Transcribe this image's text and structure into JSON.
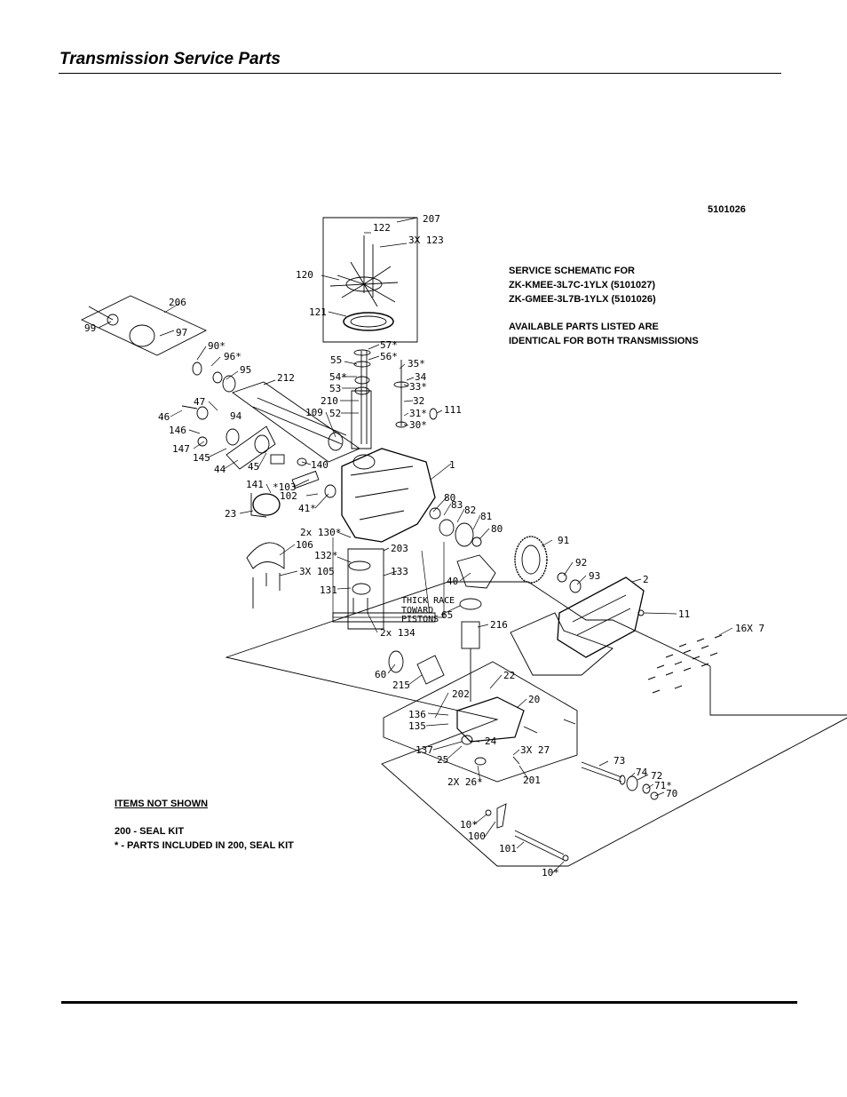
{
  "header": {
    "title": "Transmission Service Parts"
  },
  "drawing_number": "5101026",
  "schematic": {
    "title_line1": "SERVICE SCHEMATIC FOR",
    "title_line2": "ZK-KMEE-3L7C-1YLX (5101027)",
    "title_line3": "ZK-GMEE-3L7B-1YLX (5101026)",
    "note_line1": "AVAILABLE PARTS LISTED ARE",
    "note_line2": "IDENTICAL FOR BOTH TRANSMISSIONS"
  },
  "thick_race": {
    "line1": "THICK RACE",
    "line2": "TOWARD",
    "line3": "PISTONS"
  },
  "items_not_shown": {
    "heading": "ITEMS NOT SHOWN",
    "line1": "200 - SEAL KIT",
    "line2": "* - PARTS INCLUDED IN 200, SEAL KIT"
  },
  "callouts": [
    "207",
    "122",
    "3X 123",
    "120",
    "121",
    "206",
    "99",
    "97",
    "90*",
    "96*",
    "95",
    "212",
    "57*",
    "56*",
    "55",
    "54*",
    "53",
    "210",
    "52",
    "35*",
    "34",
    "33*",
    "32",
    "31*",
    "30*",
    "111",
    "109",
    "47",
    "46",
    "146",
    "94",
    "147",
    "145",
    "44",
    "45",
    "140",
    "*103",
    "102",
    "141",
    "23",
    "41*",
    "1",
    "80",
    "83",
    "82",
    "81",
    "80",
    "2x 130*",
    "106",
    "3X 105",
    "132*",
    "203",
    "133",
    "131",
    "2x 134",
    "91",
    "92",
    "93",
    "2",
    "40",
    "65",
    "11",
    "216",
    "16X 7",
    "60",
    "215",
    "22",
    "20",
    "202",
    "136",
    "135",
    "137",
    "25",
    "24",
    "3X 27",
    "2X 26*",
    "201",
    "73",
    "74",
    "72",
    "71*",
    "70",
    "10*",
    "100",
    "101",
    "10*"
  ]
}
